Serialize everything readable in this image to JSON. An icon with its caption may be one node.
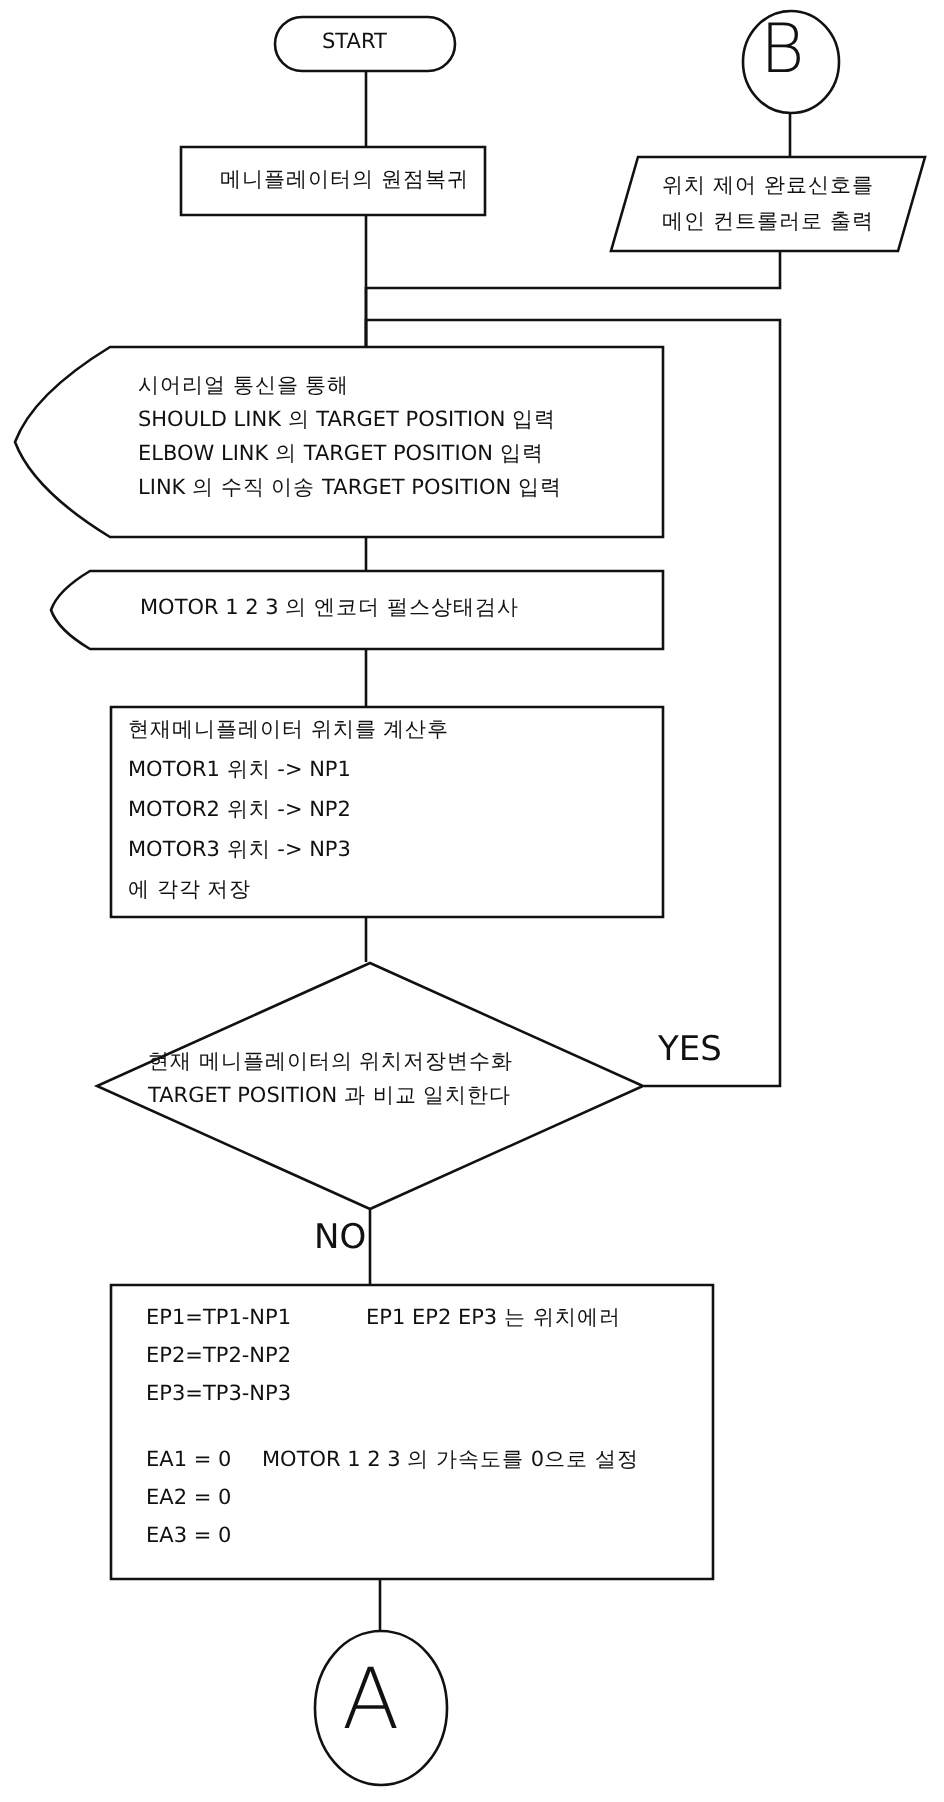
{
  "diagram": {
    "nodes": [
      {
        "text": [
          "START"
        ]
      },
      {
        "text": [
          "B"
        ]
      },
      {
        "text": [
          "메니플레이터의 원점복귀"
        ]
      },
      {
        "text": [
          "위치 제어 완료신호를 메인 컨트롤러로 출력"
        ]
      },
      {
        "text": [
          "시어리얼 통신을 통해",
          "SHOULD LINK 의 TARGET POSITION 입력",
          "ELBOW LINK  의 TARGET POSITION 입력",
          "LINK 의 수직 이송 TARGET POSITION 입력"
        ]
      },
      {
        "text": [
          "MOTOR 1 2 3 의 엔코더 펄스상태검사"
        ]
      },
      {
        "text": [
          "현재메니플레이터 위치를 계산후",
          "MOTOR1 위치 -> NP1",
          "MOTOR2 위치 -> NP2",
          "MOTOR3 위치 -> NP3",
          "에 각각 저장"
        ]
      },
      {
        "text": [
          "현재 메니플레이터의 위치저장변수화",
          "TARGET POSITION 과 비교 일치한다"
        ]
      },
      {
        "text": [
          "EP1=TP1-NP1",
          "EP1 EP2 EP3 는 위치에러",
          "EP2=TP2-NP2",
          "EP3=TP3-NP3",
          "EA1 = 0",
          "MOTOR 1 2 3 의 가속도를 0으로 설정",
          "EA2 = 0",
          "EA3 = 0"
        ]
      },
      {
        "text": [
          "A"
        ]
      }
    ],
    "edges": [
      {
        "from": 0,
        "to": 2,
        "arrow": "none"
      },
      {
        "from": 2,
        "to": 4,
        "arrow": "none"
      },
      {
        "from": 1,
        "to": 3,
        "arrow": "none"
      },
      {
        "from": 3,
        "to": 4,
        "arrow": "none"
      },
      {
        "from": 4,
        "to": 5,
        "arrow": "none"
      },
      {
        "from": 5,
        "to": 6,
        "arrow": "none"
      },
      {
        "from": 6,
        "to": 7,
        "arrow": "none"
      },
      {
        "from": 7,
        "to": 4,
        "label": "YES",
        "arrow": "none"
      },
      {
        "from": 7,
        "to": 8,
        "label": "NO",
        "arrow": "none"
      },
      {
        "from": 8,
        "to": 9,
        "arrow": "none"
      }
    ]
  }
}
